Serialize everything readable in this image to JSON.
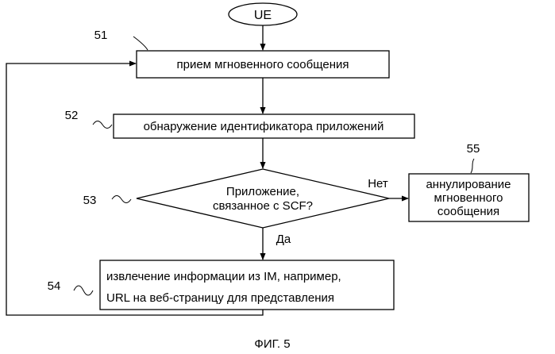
{
  "diagram": {
    "start": {
      "label": "UE"
    },
    "steps": [
      {
        "ref": "51",
        "label": "прием мгновенного сообщения"
      },
      {
        "ref": "52",
        "label": "обнаружение идентификатора приложений"
      },
      {
        "ref": "53",
        "lines": [
          "Приложение,",
          "связанное с SCF?"
        ]
      },
      {
        "ref": "54",
        "lines": [
          "извлечение информации из IM, например,",
          "URL на веб-страницу для представления"
        ]
      },
      {
        "ref": "55",
        "lines": [
          "аннулирование",
          "мгновенного",
          "сообщения"
        ]
      }
    ],
    "branches": {
      "no": "Нет",
      "yes": "Да"
    },
    "caption": "ФИГ. 5"
  }
}
